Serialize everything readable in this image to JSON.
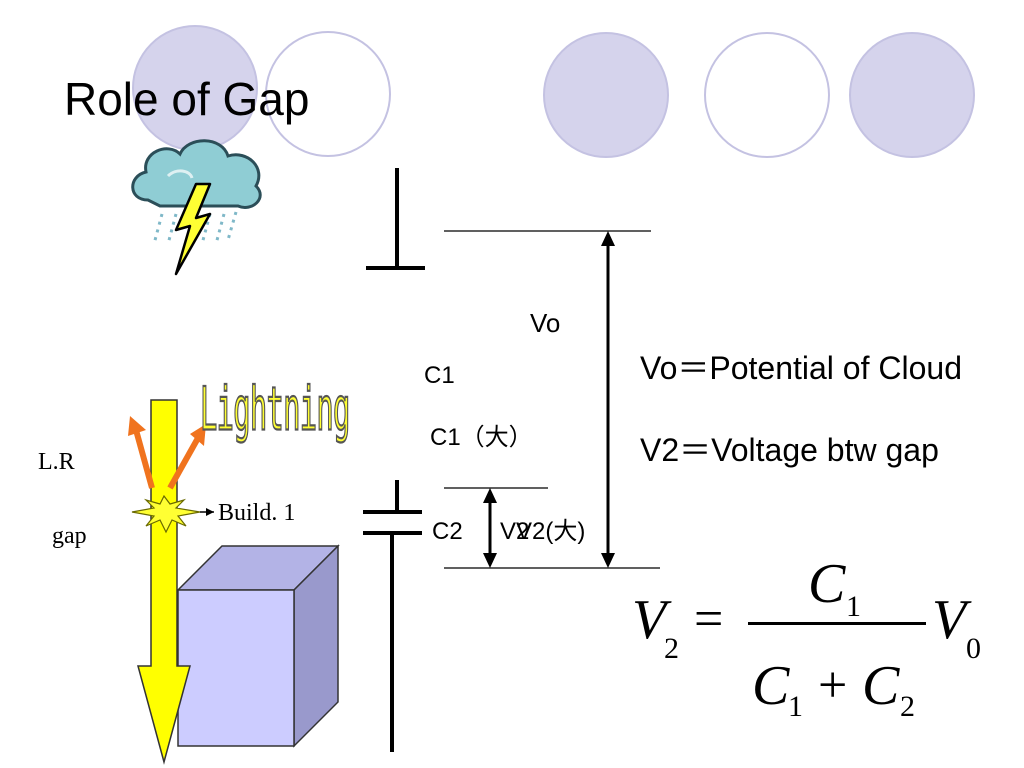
{
  "slide": {
    "title": "Role of Gap"
  },
  "colors": {
    "circle_fill": "#d5d3ec",
    "circle_stroke": "#c4c2e2",
    "arrow_yellow": "#ffff00",
    "arrow_orange": "#f0731e",
    "building_front": "#ccccff",
    "building_side": "#9999cc",
    "building_top": "#b3b3e6",
    "cloud": "#8fcdd4",
    "lightning_word": "#ffff33"
  },
  "labels": {
    "v0": "Vo",
    "c1": "C1",
    "c1_large": "C1（大）",
    "c2": "C2",
    "v2_overlap_a": "V2",
    "v2_overlap_b": "V2(大)",
    "lr": "L.R",
    "gap": "gap",
    "build": "Build. 1",
    "lightning": "Lightning"
  },
  "definitions": [
    {
      "text": "Vo＝Potential of Cloud"
    },
    {
      "text": "V2＝Voltage btw gap"
    }
  ],
  "formula": {
    "lhs_var": "V",
    "lhs_sub": "2",
    "equals": "=",
    "num_var": "C",
    "num_sub": "1",
    "den_var1": "C",
    "den_sub1": "1",
    "plus": "+",
    "den_var2": "C",
    "den_sub2": "2",
    "rhs_var": "V",
    "rhs_sub": "0"
  }
}
